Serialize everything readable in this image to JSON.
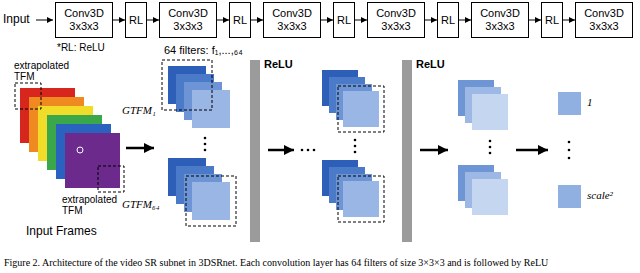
{
  "diagram": {
    "caption": "Figure 2. Architecture of the video SR subnet in 3DSRnet. Each convolution layer has 64 filters of size 3×3×3 and is followed by ReLU",
    "nodes": [
      {
        "text": [
          "Conv3D 3x3x3"
        ]
      },
      {
        "text": [
          "RL"
        ]
      },
      {
        "text": [
          "Conv3D 3x3x3"
        ]
      },
      {
        "text": [
          "RL"
        ]
      },
      {
        "text": [
          "Conv3D 3x3x3"
        ]
      },
      {
        "text": [
          "RL"
        ]
      },
      {
        "text": [
          "Conv3D 3x3x3"
        ]
      },
      {
        "text": [
          "RL"
        ]
      },
      {
        "text": [
          "Conv3D 3x3x3"
        ]
      },
      {
        "text": [
          "RL"
        ]
      },
      {
        "text": [
          "Conv3D 3x3x3"
        ]
      },
      {
        "text": [
          "ReLU"
        ]
      },
      {
        "text": [
          "ReLU"
        ]
      }
    ],
    "edges": [
      {
        "from": 0,
        "to": 1,
        "arrow": "to"
      },
      {
        "from": 1,
        "to": 2,
        "arrow": "to"
      },
      {
        "from": 2,
        "to": 3,
        "arrow": "to"
      },
      {
        "from": 3,
        "to": 4,
        "arrow": "to"
      },
      {
        "from": 4,
        "to": 5,
        "arrow": "to"
      },
      {
        "from": 5,
        "to": 6,
        "arrow": "to"
      },
      {
        "from": 6,
        "to": 7,
        "arrow": "to"
      },
      {
        "from": 7,
        "to": 8,
        "arrow": "to"
      },
      {
        "from": 8,
        "to": 9,
        "arrow": "to"
      },
      {
        "from": 9,
        "to": 10,
        "arrow": "to"
      }
    ],
    "labels": [
      "Input",
      "*RL: ReLU",
      "extrapolated TFM",
      "extrapolated TFM",
      "Input Frames",
      "64 filters: f₁,...,₆₄",
      "GTFM₁",
      "GTFM₆₄",
      "1",
      "scale²"
    ]
  }
}
